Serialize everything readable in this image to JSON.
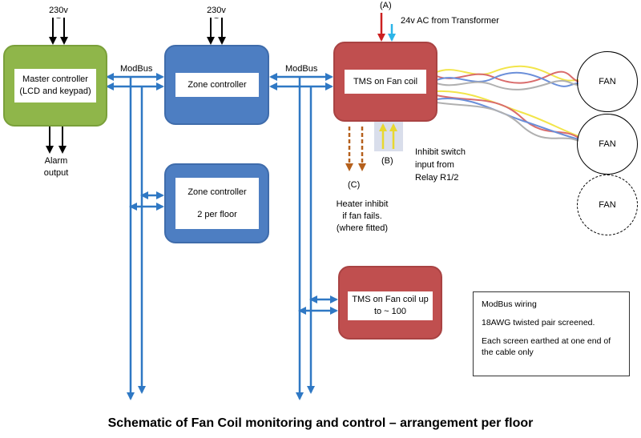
{
  "caption": "Schematic of Fan Coil monitoring and control – arrangement per floor",
  "power": {
    "master": {
      "voltage": "230v",
      "symbol": "~"
    },
    "zone": {
      "voltage": "230v",
      "symbol": "~"
    }
  },
  "transformer": {
    "label_a": "(A)",
    "text": "24v AC from Transformer"
  },
  "master_controller": {
    "line1": "Master controller",
    "line2": "(LCD and keypad)"
  },
  "alarm": {
    "line1": "Alarm",
    "line2": "output"
  },
  "modbus_labels": [
    "ModBus",
    "ModBus"
  ],
  "zone_controller_1": {
    "line1": "Zone controller"
  },
  "zone_controller_2": {
    "line1": "Zone controller",
    "line2": "2 per floor"
  },
  "tms_main": {
    "line1": "TMS on Fan coil"
  },
  "tms_upto": {
    "line1": "TMS on Fan coil up",
    "line2": "to ~ 100"
  },
  "heater_inhibit": {
    "label_c": "(C)",
    "line1": "Heater inhibit",
    "line2": "if fan fails.",
    "line3": "(where fitted)"
  },
  "inhibit_switch": {
    "label_b": "(B)",
    "line1": "Inhibit switch",
    "line2": "input from",
    "line3": "Relay R1/2"
  },
  "fans": [
    "FAN",
    "FAN",
    "FAN"
  ],
  "legend": {
    "title": "ModBus wiring",
    "line1": "18AWG twisted pair screened.",
    "line2": "Each screen earthed at one end of the cable only"
  },
  "colors": {
    "master_green": "#8fb64a",
    "zone_blue": "#4d7ec2",
    "tms_red": "#c04f4f",
    "modbus_blue": "#2f78c4",
    "supply_red": "#cc2020",
    "supply_cyan": "#2cb5e8",
    "heater_brown": "#b5601c",
    "inhibit_yellow": "#f2e54a"
  }
}
